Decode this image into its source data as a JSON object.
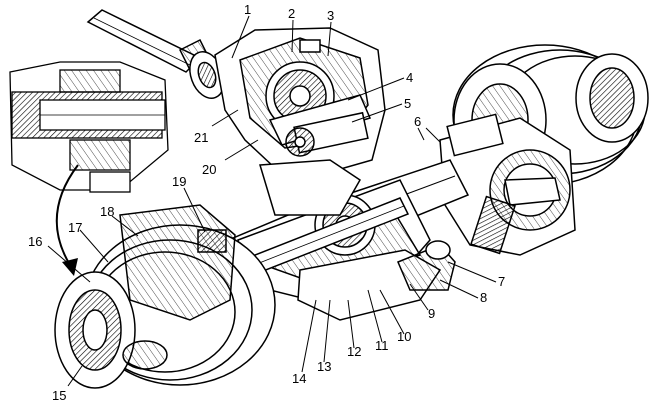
{
  "diagram": {
    "callouts": [
      {
        "id": "1",
        "label": "1"
      },
      {
        "id": "2",
        "label": "2"
      },
      {
        "id": "3",
        "label": "3"
      },
      {
        "id": "4",
        "label": "4"
      },
      {
        "id": "5",
        "label": "5"
      },
      {
        "id": "6",
        "label": "6"
      },
      {
        "id": "7",
        "label": "7"
      },
      {
        "id": "8",
        "label": "8"
      },
      {
        "id": "9",
        "label": "9"
      },
      {
        "id": "10",
        "label": "10"
      },
      {
        "id": "11",
        "label": "11"
      },
      {
        "id": "12",
        "label": "12"
      },
      {
        "id": "13",
        "label": "13"
      },
      {
        "id": "14",
        "label": "14"
      },
      {
        "id": "15",
        "label": "15"
      },
      {
        "id": "16",
        "label": "16"
      },
      {
        "id": "17",
        "label": "17"
      },
      {
        "id": "18",
        "label": "18"
      },
      {
        "id": "19",
        "label": "19"
      },
      {
        "id": "20",
        "label": "20"
      },
      {
        "id": "21",
        "label": "21"
      }
    ]
  }
}
